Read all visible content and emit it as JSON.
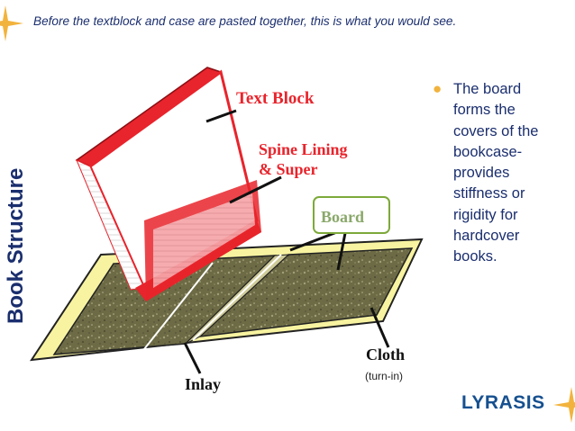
{
  "caption": "Before the textblock and case are pasted together, this is what you would see.",
  "side_title": "Book Structure",
  "bullet": "The board forms the covers of the bookcase- provides stiffness or rigidity for hardcover books.",
  "diagram": {
    "text_block": "Text Block",
    "spine_lining_1": "Spine Lining",
    "spine_lining_2": "& Super",
    "board": "Board",
    "cloth": "Cloth",
    "inlay": "Inlay",
    "turn_in": "(turn-in)"
  },
  "logo": "LYRASIS",
  "colors": {
    "accent_star": "#f2b33d",
    "title": "#1a2e6e",
    "label_red": "#e8242c"
  }
}
